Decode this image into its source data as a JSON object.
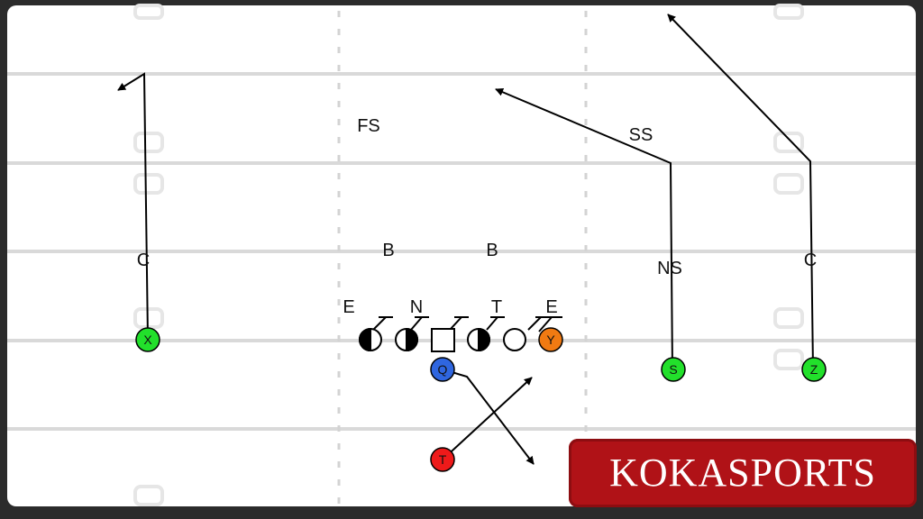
{
  "labels": {
    "fs": "FS",
    "ss": "SS",
    "ns": "NS",
    "c_left": "C",
    "c_right": "C",
    "b_left": "B",
    "b_right": "B",
    "e_left": "E",
    "n": "N",
    "t": "T",
    "e_right": "E"
  },
  "players": {
    "x": "X",
    "y": "Y",
    "s": "S",
    "z": "Z",
    "q": "Q",
    "t": "T"
  },
  "colors": {
    "field": "#ffffff",
    "yard_line": "#d9d9d9",
    "hash": "#d3d3d3",
    "x": "#22e02b",
    "s": "#22e02b",
    "z": "#22e02b",
    "y": "#f07a12",
    "q": "#2f66e0",
    "t": "#ee1a1a",
    "brand_bg": "#b01217"
  },
  "brand": {
    "text": "KOKASPORTS"
  }
}
